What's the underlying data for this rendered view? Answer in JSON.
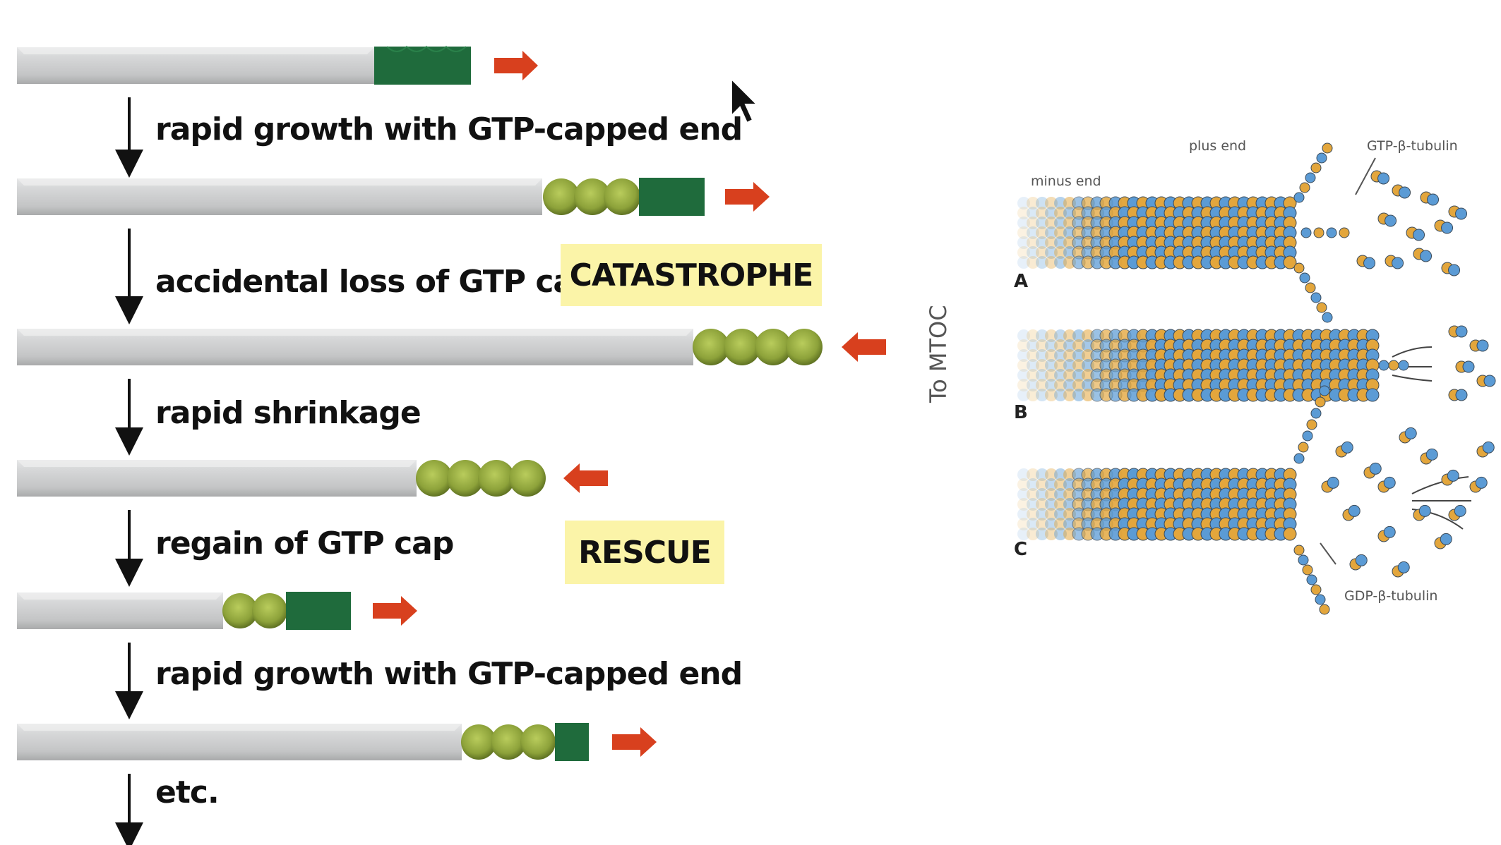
{
  "steps": [
    "rapid growth with GTP-capped end",
    "accidental loss of GTP cap",
    "rapid shrinkage",
    "regain of GTP cap",
    "rapid growth with GTP-capped end",
    "etc."
  ],
  "callouts": {
    "catastrophe": "CATASTROPHE",
    "rescue": "RESCUE"
  },
  "side_label": "To MTOC",
  "panel": {
    "label_a": "A",
    "label_b": "B",
    "label_c": "C",
    "minus_end": "minus end",
    "plus_end": "plus end",
    "gtp_tubulin": "GTP-β-tubulin",
    "gdp_tubulin": "GDP-β-tubulin"
  },
  "colors": {
    "rod": "#c9cacb",
    "gtp_cap": "#1f6b3c",
    "gdp_subunit": "#8fa63a",
    "arrow": "#d8401e",
    "callout_bg": "#fbf4a8",
    "alpha_tubulin": "#e3a63c",
    "beta_tubulin": "#5b9bd5"
  },
  "microtubules": [
    {
      "gdp_subunits": 0,
      "cap_blocks": 2,
      "direction": "grow"
    },
    {
      "gdp_subunits": 3,
      "cap_blocks": 2,
      "direction": "grow"
    },
    {
      "gdp_subunits": 4,
      "cap_blocks": 0,
      "direction": "shrink"
    },
    {
      "gdp_subunits": 4,
      "cap_blocks": 0,
      "direction": "shrink"
    },
    {
      "gdp_subunits": 2,
      "cap_blocks": 2,
      "direction": "grow"
    },
    {
      "gdp_subunits": 3,
      "cap_blocks": 1,
      "direction": "grow"
    }
  ]
}
